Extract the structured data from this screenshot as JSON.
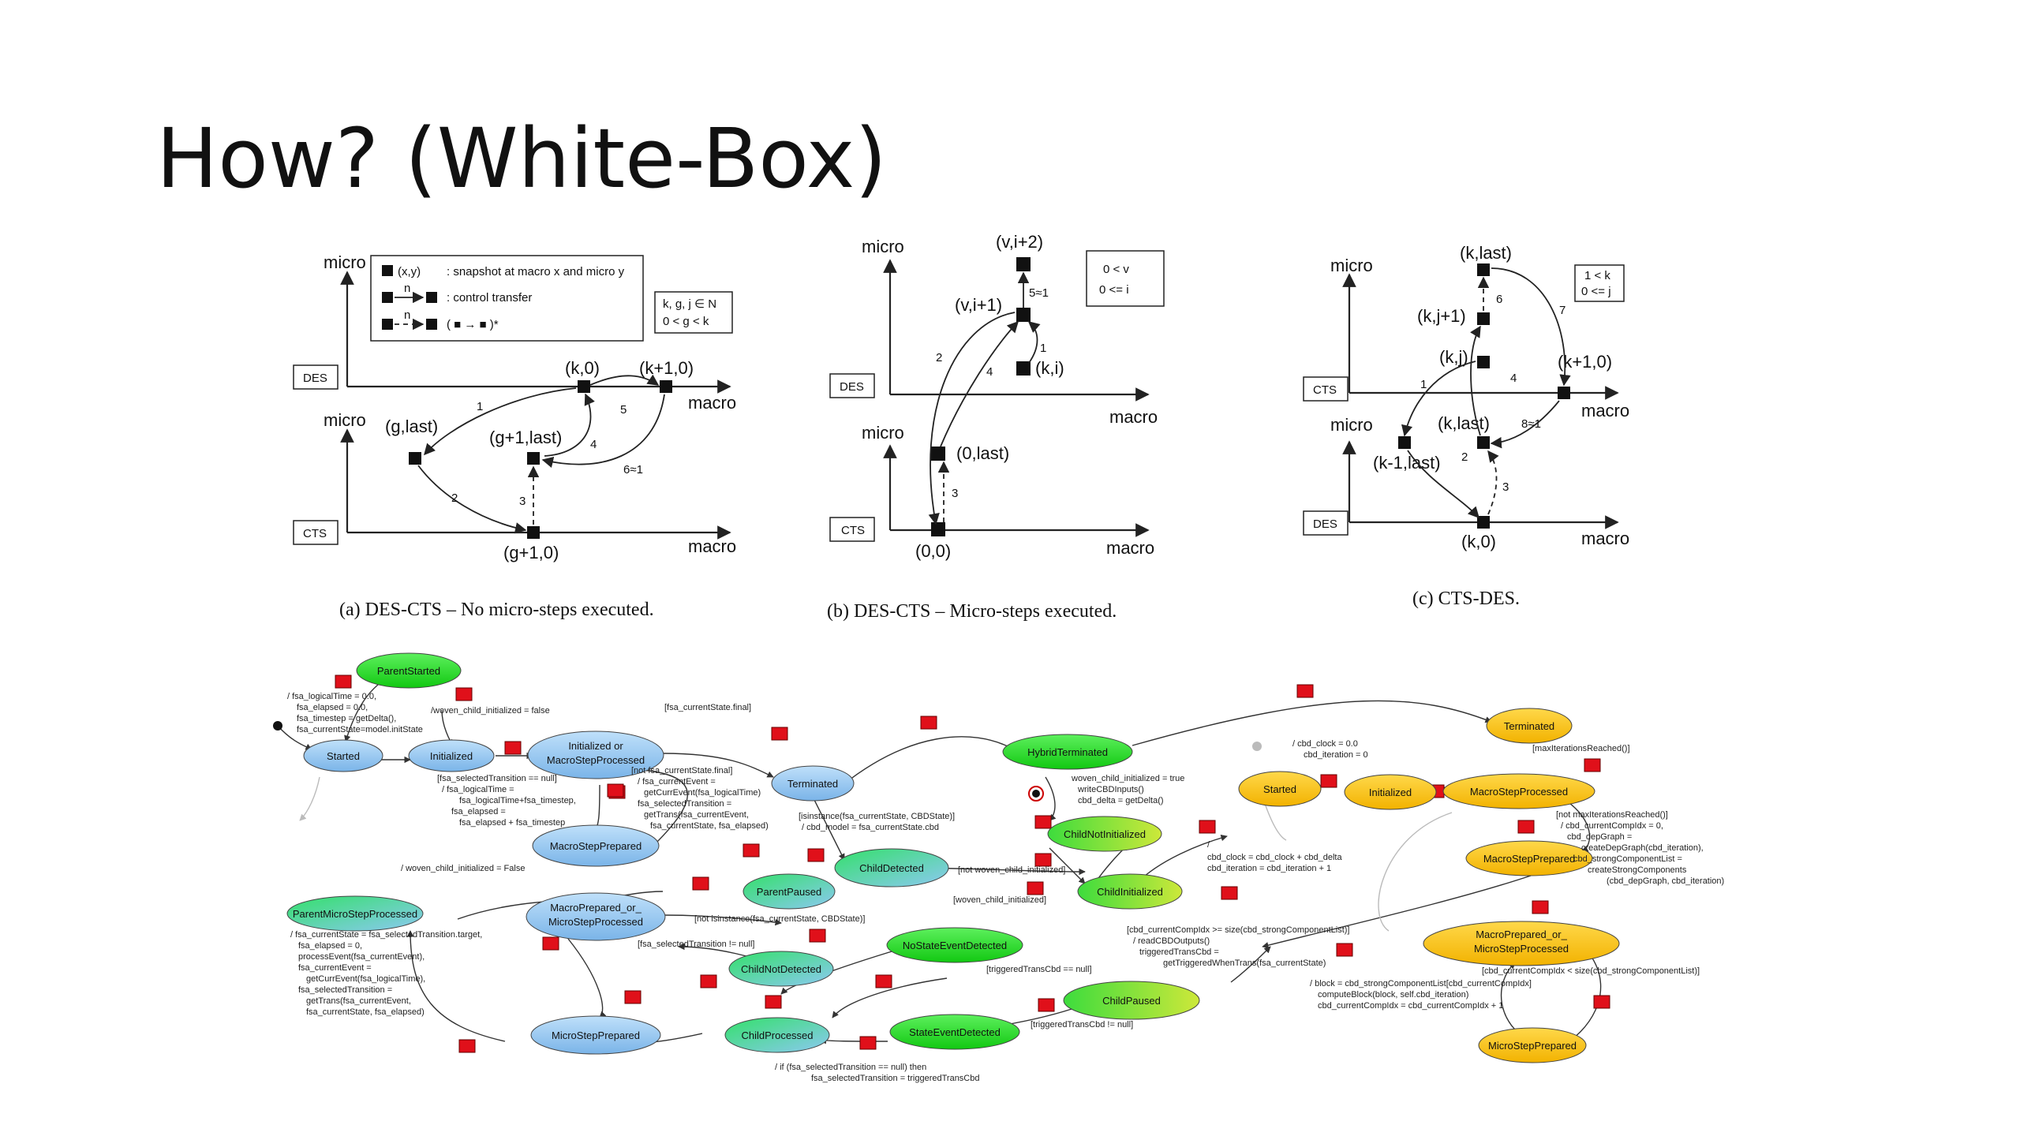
{
  "title": "How? (White-Box)",
  "figure_a": {
    "caption": "(a) DES-CTS – No micro-steps executed.",
    "des_label": "DES",
    "cts_label": "CTS",
    "micro_upper": "micro",
    "micro_lower": "micro",
    "macro_upper": "macro",
    "macro_lower": "macro",
    "legend_xy": "(x,y)",
    "legend_snapshot": ": snapshot at macro x and micro y",
    "legend_control": ": control transfer",
    "legend_n": "n",
    "legend_n2": "n",
    "legend_star": "( ■ → ■ )*",
    "constraint_1": "k, g, j ∈ N",
    "constraint_2": "0 < g < k",
    "pt_k0": "(k,0)",
    "pt_k10": "(k+1,0)",
    "pt_glast": "(g,last)",
    "pt_g1last": "(g+1,last)",
    "pt_g10": "(g+1,0)",
    "e1": "1",
    "e2": "2",
    "e3": "3",
    "e4": "4",
    "e5": "5",
    "e6": "6≈1"
  },
  "figure_b": {
    "caption": "(b) DES-CTS – Micro-steps executed.",
    "des_label": "DES",
    "cts_label": "CTS",
    "micro_upper": "micro",
    "micro_lower": "micro",
    "macro_upper": "macro",
    "macro_lower": "macro",
    "constraint_1": "0 < v",
    "constraint_2": "0 <= i",
    "pt_vi2": "(v,i+2)",
    "pt_vi1": "(v,i+1)",
    "pt_ki": "(k,i)",
    "pt_0last": "(0,last)",
    "pt_00": "(0,0)",
    "e1": "1",
    "e2": "2",
    "e3": "3",
    "e4": "4",
    "e5": "5≈1"
  },
  "figure_c": {
    "caption": "(c) CTS-DES.",
    "cts_label": "CTS",
    "des_label": "DES",
    "micro_upper": "micro",
    "micro_lower": "micro",
    "macro_upper": "macro",
    "macro_lower": "macro",
    "constraint_1": "1 < k",
    "constraint_2": "0 <= j",
    "pt_klast_top": "(k,last)",
    "pt_kj1": "(k,j+1)",
    "pt_kj": "(k,j)",
    "pt_k10": "(k+1,0)",
    "pt_klast": "(k,last)",
    "pt_k1last": "(k-1,last)",
    "pt_k0": "(k,0)",
    "e1": "1",
    "e2": "2",
    "e3": "3",
    "e4": "4",
    "e6": "6",
    "e7": "7",
    "e8": "8≈1"
  },
  "statechart": {
    "states": {
      "parent_started": "ParentStarted",
      "started": "Started",
      "initialized": "Initialized",
      "init_or_macro_1": "Initialized or",
      "init_or_macro_2": "MacroStepProcessed",
      "macro_step_prepared": "MacroStepPrepared",
      "terminated": "Terminated",
      "hybrid_terminated": "HybridTerminated",
      "child_not_initialized": "ChildNotInitialized",
      "child_initialized": "ChildInitialized",
      "child_detected": "ChildDetected",
      "parent_paused": "ParentPaused",
      "parent_micro_processed": "ParentMicroStepProcessed",
      "macro_prep_or_1": "MacroPrepared_or_",
      "macro_prep_or_2": "MicroStepProcessed",
      "child_not_detected": "ChildNotDetected",
      "child_processed": "ChildProcessed",
      "micro_step_prepared": "MicroStepPrepared",
      "no_state_event": "NoStateEventDetected",
      "state_event": "StateEventDetected",
      "child_paused": "ChildPaused",
      "cbd_started": "Started",
      "cbd_initialized": "Initialized",
      "cbd_terminated": "Terminated",
      "cbd_macro_processed": "MacroStepProcessed",
      "cbd_macro_prepared": "MacroStepPrepared",
      "cbd_macro_prep_or_1": "MacroPrepared_or_",
      "cbd_macro_prep_or_2": "MicroStepProcessed",
      "cbd_micro_prepared": "MicroStepPrepared"
    },
    "labels": {
      "l_init_1": "/ fsa_logicalTime = 0.0,",
      "l_init_2": "fsa_elapsed = 0.0,",
      "l_init_3": "fsa_timestep = getDelta(),",
      "l_init_4": "fsa_currentState=model.initState",
      "l_woven_false": "/woven_child_initialized = false",
      "l_final": "[fsa_currentState.final]",
      "l_not_final": "[not fsa_currentState.final]",
      "l_cur_event": "/ fsa_currentEvent =",
      "l_get_event": "getCurrEvent(fsa_logicalTime)",
      "l_sel_trans": "fsa_selectedTransition =",
      "l_get_trans": "getTrans(fsa_currentEvent,",
      "l_cur_state": "fsa_currentState, fsa_elapsed)",
      "l_sel_null": "[fsa_selectedTransition == null]",
      "l_log_time": "/ fsa_logicalTime =",
      "l_log_time2": "fsa_logicalTime+fsa_timestep,",
      "l_elapsed": "fsa_elapsed =",
      "l_elapsed2": "fsa_elapsed + fsa_timestep",
      "l_isinstance": "[isinstance(fsa_currentState, CBDState)]",
      "l_cbd_model": "/ cbd_model = fsa_currentState.cbd",
      "l_woven_init_false": "/ woven_child_initialized = False",
      "l_woven_true_1": "woven_child_initialized = true",
      "l_woven_true_2": "writeCBDInputs()",
      "l_woven_true_3": "cbd_delta = getDelta()",
      "l_not_woven": "[not woven_child_initialized]",
      "l_woven_init": "[woven_child_initialized]",
      "l_not_isinstance": "[not isinstance(fsa_currentState, CBDState)]",
      "l_sel_not_null": "[fsa_selectedTransition != null]",
      "l_pm_1": "/ fsa_currentState = fsa_selectedTransition.target,",
      "l_pm_2": "fsa_elapsed = 0,",
      "l_pm_3": "processEvent(fsa_currentEvent),",
      "l_pm_4": "fsa_currentEvent =",
      "l_pm_5": "getCurrEvent(fsa_logicalTime),",
      "l_pm_6": "fsa_selectedTransition =",
      "l_pm_7": "getTrans(fsa_currentEvent,",
      "l_pm_8": "fsa_currentState, fsa_elapsed)",
      "l_trig_null": "[triggeredTransCbd == null]",
      "l_trig_not_null": "[triggeredTransCbd != null]",
      "l_if_sel_1": "/ if (fsa_selectedTransition == null) then",
      "l_if_sel_2": "fsa_selectedTransition = triggeredTransCbd",
      "l_cbd_clock": "/ cbd_clock = 0.0",
      "l_cbd_iter": "cbd_iteration = 0",
      "l_max_iter": "[maxIterationsReached()]",
      "l_not_max_iter": "[not maxIterationsReached()]",
      "l_comp_idx": "/ cbd_currentCompIdx = 0,",
      "l_dep_graph": "cbd_depGraph =",
      "l_create_dep": "createDepGraph(cbd_iteration),",
      "l_strong": "cbd_strongComponentList =",
      "l_create_strong": "createStrongComponents",
      "l_create_strong2": "(cbd_depGraph, cbd_iteration)",
      "l_clock_upd": "/",
      "l_clock_upd2": "cbd_clock = cbd_clock + cbd_delta",
      "l_iter_upd": "cbd_iteration = cbd_iteration + 1",
      "l_idx_ge": "[cbd_currentCompIdx >= size(cbd_strongComponentList)]",
      "l_read_out": "/ readCBDOutputs()",
      "l_trig_cbd": "triggeredTransCbd =",
      "l_trig_cbd2": "getTriggeredWhenTrans(fsa_currentState)",
      "l_idx_lt": "[cbd_currentCompIdx < size(cbd_strongComponentList)]",
      "l_block": "/ block = cbd_strongComponentList[cbd_currentCompIdx]",
      "l_compute": "computeBlock(block, self.cbd_iteration)",
      "l_idx_inc": "cbd_currentCompIdx = cbd_currentCompIdx + 1"
    }
  }
}
